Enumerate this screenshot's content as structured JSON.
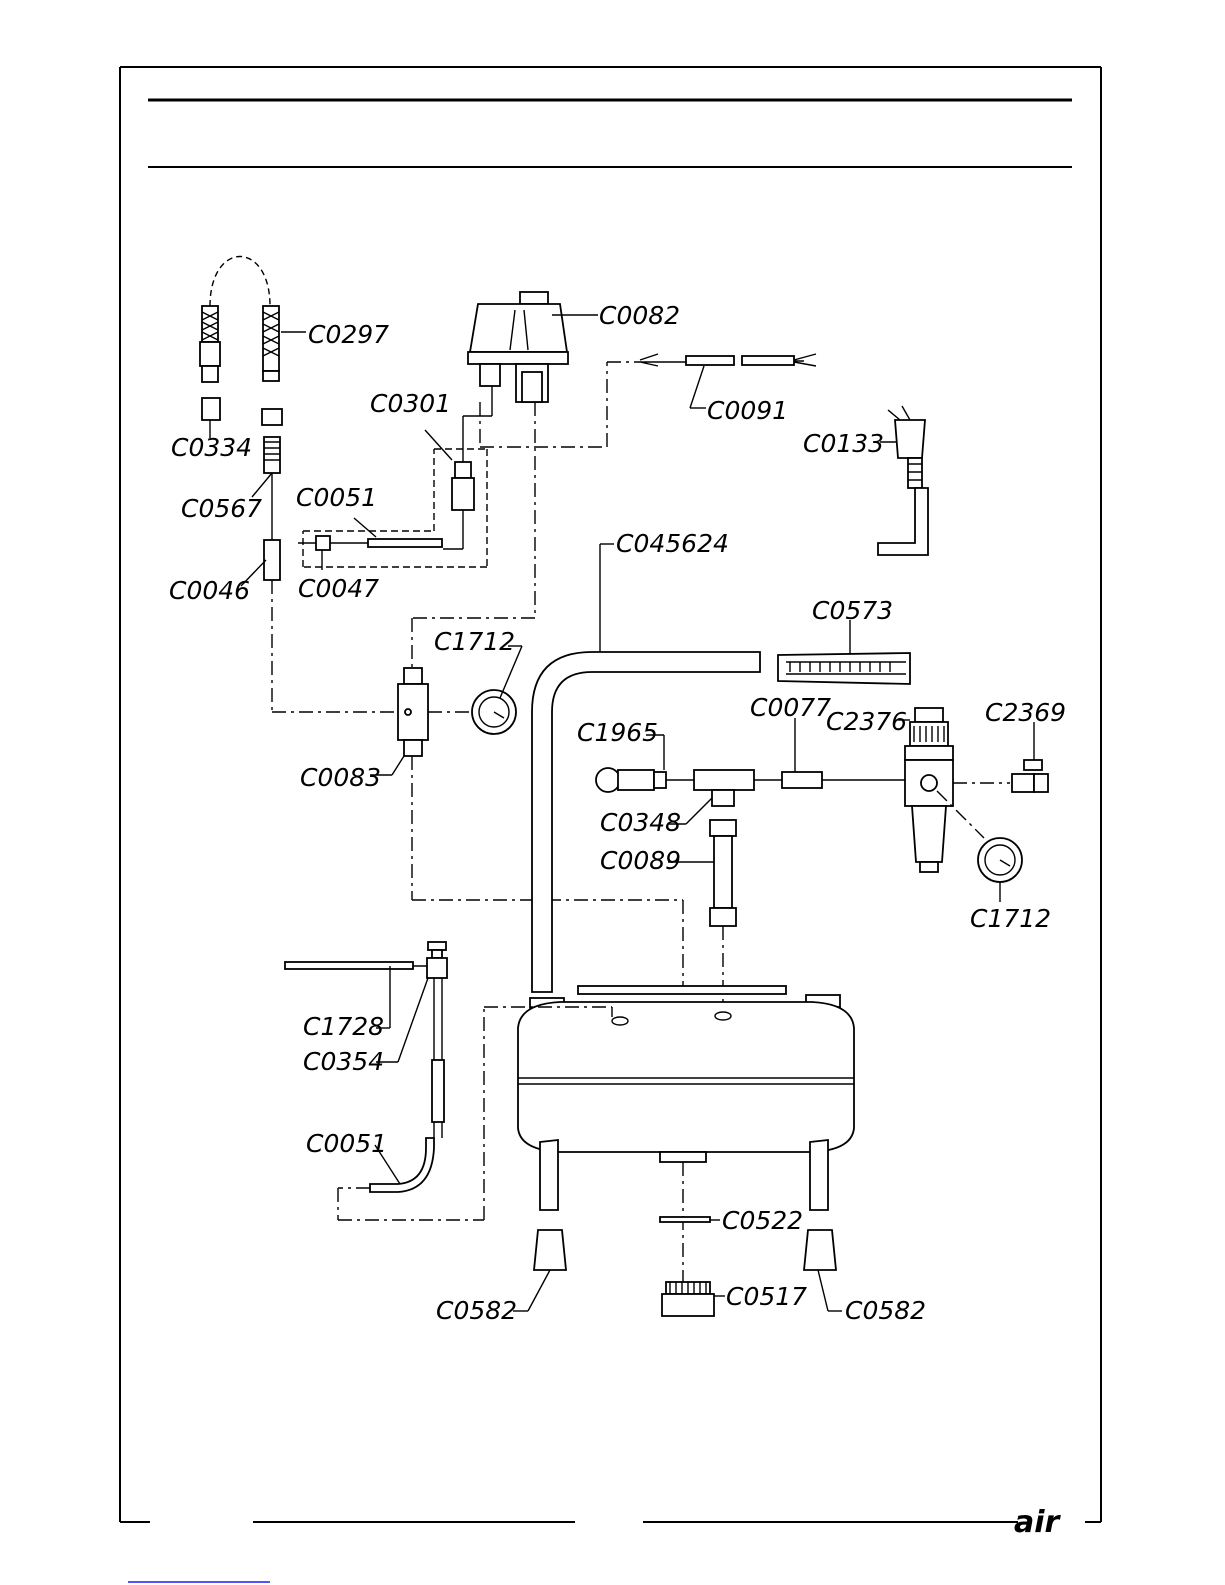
{
  "parts": {
    "c0297": "C0297",
    "c0334": "C0334",
    "c0567": "C0567",
    "c0046": "C0046",
    "c0047": "C0047",
    "c0051_top": "C0051",
    "c0301": "C0301",
    "c0082": "C0082",
    "c0091": "C0091",
    "c0133": "C0133",
    "c045624": "C045624",
    "c0573": "C0573",
    "c1712_left": "C1712",
    "c0083": "C0083",
    "c1965": "C1965",
    "c0077": "C0077",
    "c2376": "C2376",
    "c2369": "C2369",
    "c0348": "C0348",
    "c0089": "C0089",
    "c1712_right": "C1712",
    "c1728": "C1728",
    "c0354": "C0354",
    "c0051_bottom": "C0051",
    "c0522": "C0522",
    "c0582_left": "C0582",
    "c0517": "C0517",
    "c0582_right": "C0582"
  },
  "logo": "air",
  "colors": {
    "ink": "#000000",
    "paper": "#ffffff",
    "footer_link": "#1a1aff"
  }
}
